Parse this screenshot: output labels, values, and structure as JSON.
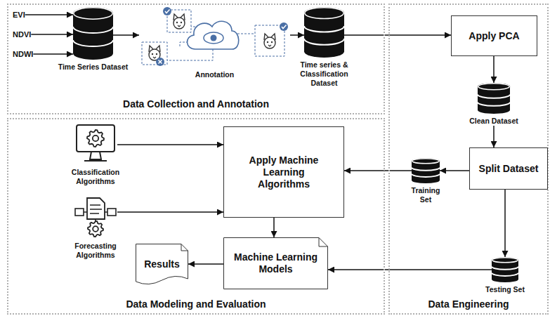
{
  "diagram": {
    "nodes": [
      {
        "text": [
          "Data Collection and Annotation"
        ]
      },
      {
        "text": [
          "EVI"
        ],
        "in": 0
      },
      {
        "text": [
          "NDVI"
        ],
        "in": 0
      },
      {
        "text": [
          "NDWI"
        ],
        "in": 0
      },
      {
        "text": [
          "Time Series Dataset"
        ],
        "in": 0
      },
      {
        "text": [
          "Annotation"
        ],
        "in": 0
      },
      {
        "text": [
          "Time series & Classification Dataset"
        ],
        "in": 0
      },
      {
        "text": [
          "Data Engineering"
        ]
      },
      {
        "text": [
          "Apply PCA"
        ],
        "in": 7
      },
      {
        "text": [
          "Clean Dataset"
        ],
        "in": 7
      },
      {
        "text": [
          "Split Dataset"
        ],
        "in": 7
      },
      {
        "text": [
          "Training Set"
        ],
        "in": 7
      },
      {
        "text": [
          "Testing Set"
        ],
        "in": 7
      },
      {
        "text": [
          "Data Modeling and Evaluation"
        ]
      },
      {
        "text": [
          "Classification Algorithms"
        ],
        "in": 13
      },
      {
        "text": [
          "Forecasting Algorithms"
        ],
        "in": 13
      },
      {
        "text": [
          "Apply Machine Learning Algorithms"
        ],
        "in": 13
      },
      {
        "text": [
          "Machine Learning Models"
        ],
        "in": 13
      },
      {
        "text": [
          "Results"
        ],
        "in": 13
      }
    ],
    "edges": [
      {
        "from": 1,
        "to": 4,
        "arrow": "to"
      },
      {
        "from": 2,
        "to": 4,
        "arrow": "to"
      },
      {
        "from": 3,
        "to": 4,
        "arrow": "to"
      },
      {
        "from": 4,
        "to": 5,
        "arrow": "to"
      },
      {
        "from": 5,
        "to": 6,
        "arrow": "to"
      },
      {
        "from": 6,
        "to": 8,
        "arrow": "to"
      },
      {
        "from": 8,
        "to": 9,
        "arrow": "to"
      },
      {
        "from": 9,
        "to": 10,
        "arrow": "to"
      },
      {
        "from": 10,
        "to": 11,
        "arrow": "to"
      },
      {
        "from": 11,
        "to": 16,
        "arrow": "to"
      },
      {
        "from": 10,
        "to": 12,
        "arrow": "to"
      },
      {
        "from": 12,
        "to": 17,
        "arrow": "to"
      },
      {
        "from": 14,
        "to": 16,
        "arrow": "to"
      },
      {
        "from": 15,
        "to": 16,
        "arrow": "to"
      },
      {
        "from": 16,
        "to": 17,
        "arrow": "to"
      },
      {
        "from": 17,
        "to": 18,
        "arrow": "to"
      }
    ]
  }
}
